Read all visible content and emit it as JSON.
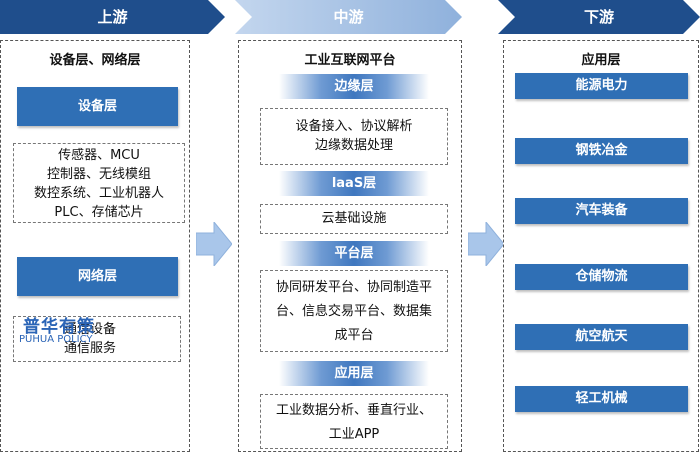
{
  "stages": [
    {
      "label": "上游"
    },
    {
      "label": "中游"
    },
    {
      "label": "下游"
    }
  ],
  "upstream": {
    "title": "设备层、网络层",
    "device_layer": {
      "label": "设备层",
      "lines": [
        "传感器、MCU",
        "控制器、无线模组",
        "数控系统、工业机器人",
        "PLC、存储芯片"
      ]
    },
    "network_layer": {
      "label": "网络层",
      "lines": [
        "通信设备",
        "通信服务"
      ]
    }
  },
  "midstream": {
    "title": "工业互联网平台",
    "layers": [
      {
        "label": "边缘层",
        "lines": [
          "设备接入、协议解析",
          "边缘数据处理"
        ]
      },
      {
        "label": "laaS层",
        "lines": [
          "云基础设施"
        ]
      },
      {
        "label": "平台层",
        "lines": [
          "协同研发平台、协同制造平",
          "台、信息交易平台、数据集",
          "成平台"
        ]
      },
      {
        "label": "应用层",
        "lines": [
          "工业数据分析、垂直行业、",
          "工业APP"
        ]
      }
    ]
  },
  "downstream": {
    "title": "应用层",
    "items": [
      "能源电力",
      "钢铁冶金",
      "汽车装备",
      "仓储物流",
      "航空航天",
      "轻工机械"
    ]
  },
  "watermark": {
    "logo_text": "普华有策",
    "sub_text": "PUHUA POLICY"
  },
  "colors": {
    "header_dark": "#1f4e8c",
    "header_light": "#a9c3e4",
    "bar_blue": "#2f6fb5",
    "arrow_fill": "#a9c6ea"
  }
}
